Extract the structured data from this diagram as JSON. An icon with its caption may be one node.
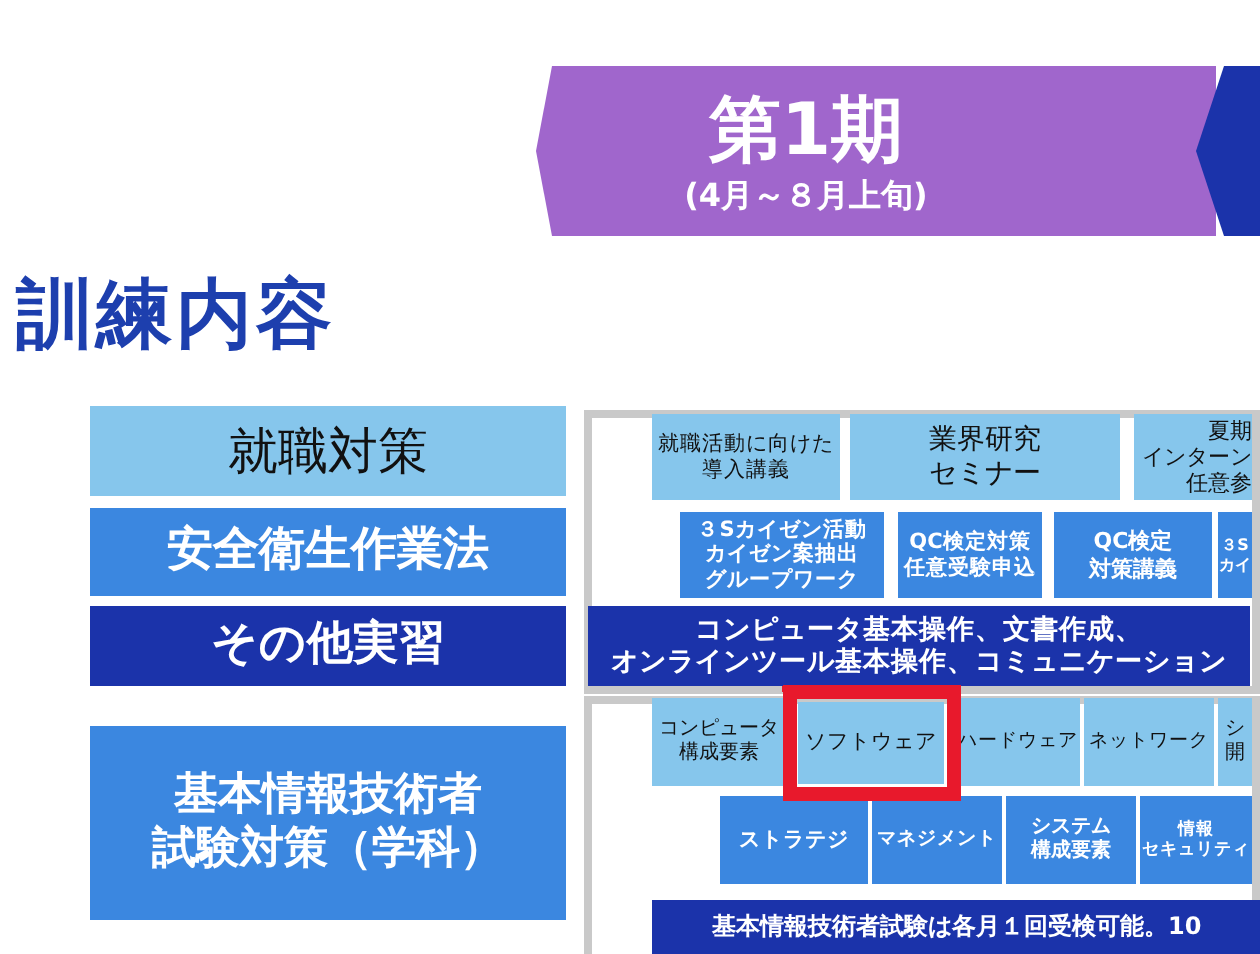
{
  "diagram": {
    "title": "訓練内容",
    "nodes": [
      {
        "text": [
          "第1期",
          "(4月～８月上旬)"
        ]
      },
      {
        "text": [],
        "shape": "chevron"
      },
      {
        "text": [
          "就職対策"
        ]
      },
      {
        "text": [
          "安全衛生作業法"
        ]
      },
      {
        "text": [
          "その他実習"
        ]
      },
      {
        "text": [
          "基本情報技術者試験対策（学科）"
        ]
      },
      {
        "text": [],
        "shape": "box"
      },
      {
        "text": [
          "就職活動に向けた導入講義"
        ],
        "in": 6
      },
      {
        "text": [
          "業界研究セミナー"
        ],
        "in": 6
      },
      {
        "text": [
          "夏期インターン任意参"
        ],
        "in": 6
      },
      {
        "text": [
          "３Sカイゼン活動カイゼン案抽出グループワーク"
        ],
        "in": 6
      },
      {
        "text": [
          "QC検定対策任意受験申込"
        ],
        "in": 6
      },
      {
        "text": [
          "QC検定対策講義"
        ],
        "in": 6
      },
      {
        "text": [
          "３Sカイ"
        ],
        "in": 6
      },
      {
        "text": [
          "コンピュータ基本操作、文書作成、オンラインツール基本操作、コミュニケーション"
        ],
        "in": 6
      },
      {
        "text": [],
        "shape": "box"
      },
      {
        "text": [
          "コンピュータ構成要素"
        ],
        "in": 15
      },
      {
        "text": [
          "ソフトウェア"
        ],
        "in": 15
      },
      {
        "text": [
          "ハードウェア"
        ],
        "in": 15
      },
      {
        "text": [
          "ネットワーク"
        ],
        "in": 15
      },
      {
        "text": [
          "シ開"
        ],
        "in": 15
      },
      {
        "text": [
          "ストラテジ"
        ],
        "in": 15
      },
      {
        "text": [
          "マネジメント"
        ],
        "in": 15
      },
      {
        "text": [
          "システム構成要素"
        ],
        "in": 15
      },
      {
        "text": [
          "情報セキュリティ"
        ],
        "in": 15
      },
      {
        "text": [
          "基本情報技術者試験は各月１回受検可能。10"
        ],
        "in": 15
      }
    ]
  }
}
